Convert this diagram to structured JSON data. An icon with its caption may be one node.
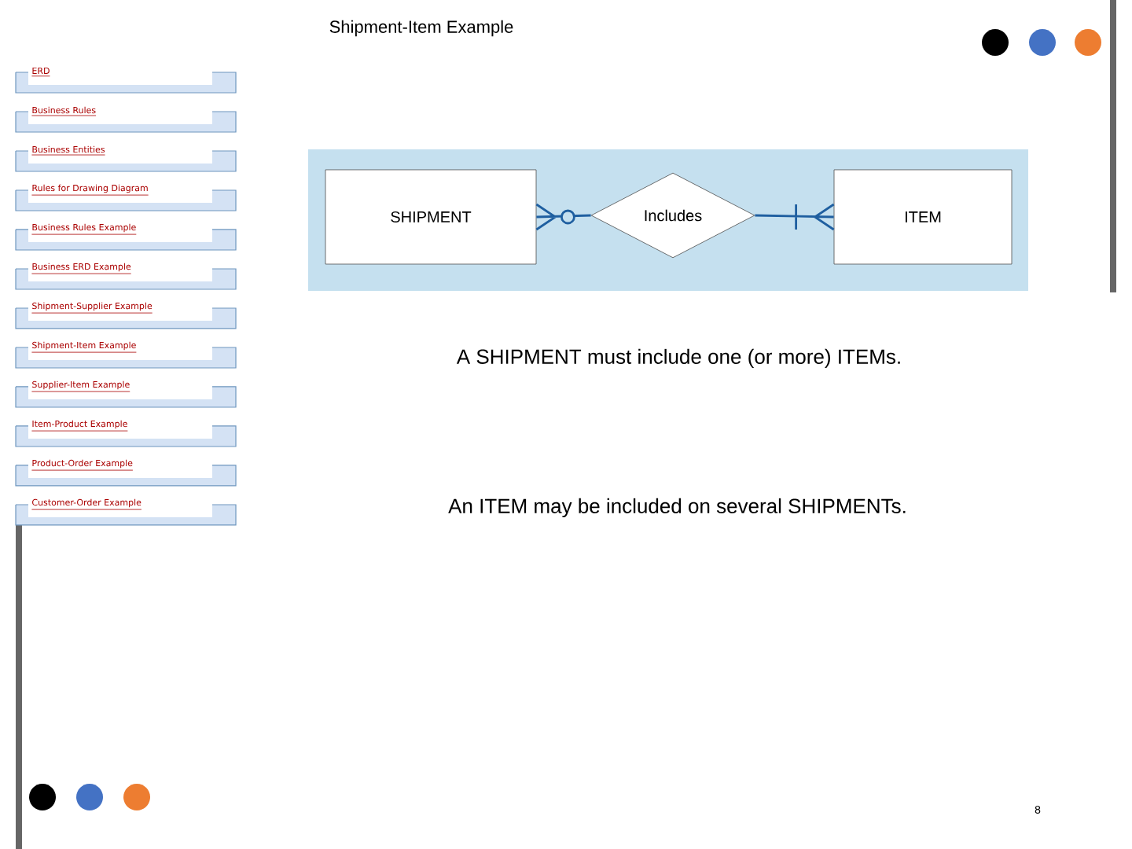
{
  "diagram": {
    "title": "Shipment-Item Example",
    "nodes": [
      {
        "text": [
          "SHIPMENT"
        ]
      },
      {
        "text": [
          "Includes"
        ]
      },
      {
        "text": [
          "ITEM"
        ]
      }
    ],
    "edges": [
      {
        "from": 1,
        "to": 0,
        "arrow": "other"
      },
      {
        "from": 1,
        "to": 2,
        "arrow": "other"
      }
    ],
    "labels": [
      "ERD",
      "Business Rules",
      "Business Entities",
      "Rules for Drawing Diagram",
      "Business Rules Example",
      "Business ERD Example",
      "Shipment-Supplier Example",
      "Shipment-Item Example",
      "Supplier-Item Example",
      "Item-Product Example",
      "Product-Order Example",
      "Customer-Order Example",
      "A SHIPMENT must include one (or more) ITEMs.",
      "An ITEM may be included on several SHIPMENTs.",
      "8"
    ]
  }
}
